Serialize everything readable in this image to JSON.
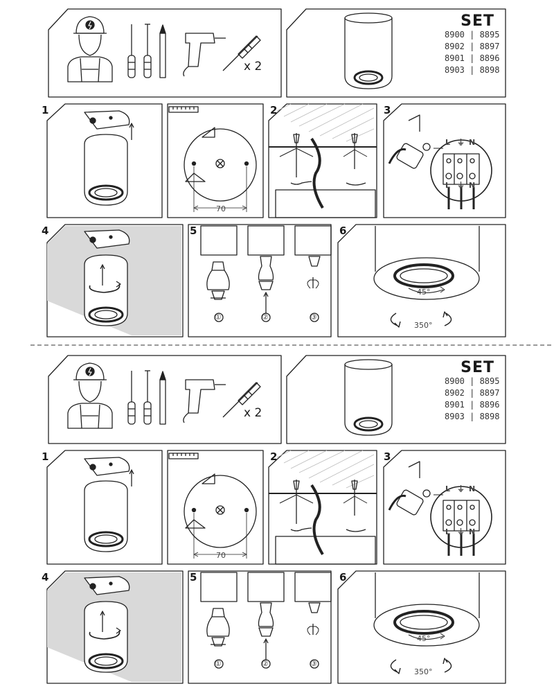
{
  "manual": {
    "tools_quantity": "x 2",
    "set_title": "SET",
    "set_codes": [
      "8900 | 8895",
      "8902 | 8897",
      "8901 | 8896",
      "8903 | 8898"
    ],
    "steps": [
      "1",
      "2",
      "3",
      "4",
      "5",
      "6"
    ],
    "hole_spacing": "70",
    "terminal_labels": {
      "live": "L",
      "neutral": "N",
      "earth": "⏚"
    },
    "lamp_sequence": [
      "①",
      "②",
      "③"
    ],
    "tilt_angle": "45°",
    "rotation_angle": "350°"
  }
}
